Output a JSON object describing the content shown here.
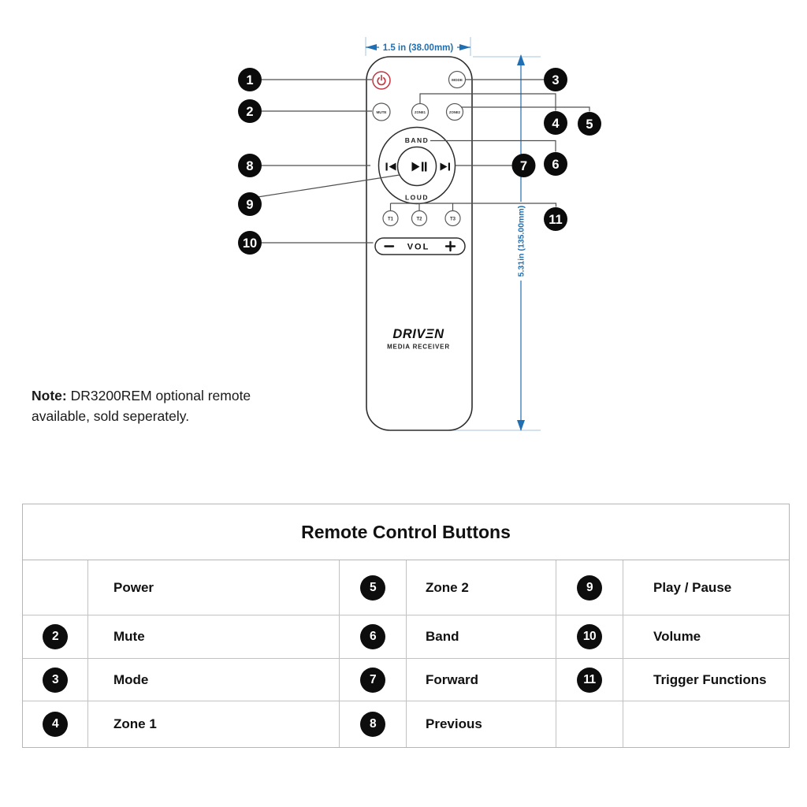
{
  "diagram": {
    "dimensions": {
      "width_label": "1.5 in (38.00mm)",
      "height_label": "5.31in (135.00mm)"
    },
    "remote": {
      "mode_label": "MODE",
      "mute_label": "MUTE",
      "zone1_label": "ZONE1",
      "zone2_label": "ZONE2",
      "band_label": "BAND",
      "loud_label": "LOUD",
      "t1_label": "T1",
      "t2_label": "T2",
      "t3_label": "T3",
      "vol_label": "VOL",
      "brand": "DRIVΞN",
      "brand_sub": "MEDIA RECEIVER"
    },
    "callouts": {
      "c1": "1",
      "c2": "2",
      "c3": "3",
      "c4": "4",
      "c5": "5",
      "c6": "6",
      "c7": "7",
      "c8": "8",
      "c9": "9",
      "c10": "10",
      "c11": "11"
    }
  },
  "note": {
    "label": "Note:",
    "text": " DR3200REM optional remote available, sold seperately."
  },
  "table": {
    "title": "Remote Control Buttons",
    "rows": [
      [
        {
          "num": "",
          "label": "Power"
        },
        {
          "num": "5",
          "label": "Zone 2"
        },
        {
          "num": "9",
          "label": "Play / Pause"
        }
      ],
      [
        {
          "num": "2",
          "label": "Mute"
        },
        {
          "num": "6",
          "label": "Band"
        },
        {
          "num": "10",
          "label": "Volume"
        }
      ],
      [
        {
          "num": "3",
          "label": "Mode"
        },
        {
          "num": "7",
          "label": "Forward"
        },
        {
          "num": "11",
          "label": "Trigger Functions"
        }
      ],
      [
        {
          "num": "4",
          "label": "Zone 1"
        },
        {
          "num": "8",
          "label": "Previous"
        },
        {
          "num": "",
          "label": ""
        }
      ]
    ]
  },
  "colors": {
    "accent_blue": "#1f6fb2",
    "power_red": "#c03540",
    "badge_black": "#0d0d0d"
  }
}
